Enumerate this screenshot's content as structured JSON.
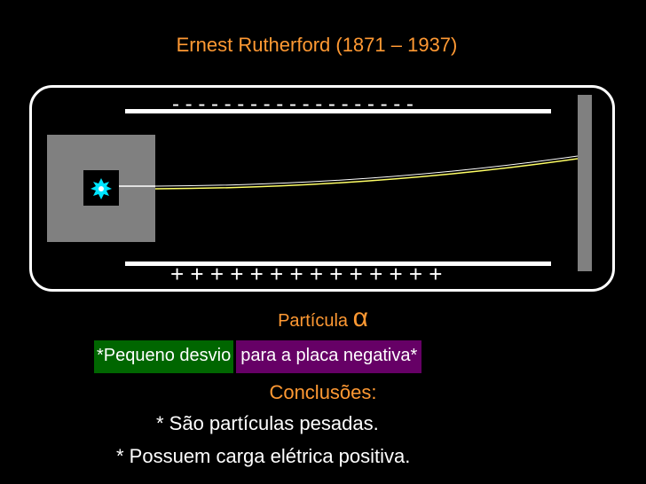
{
  "title": "Ernest Rutherford (1871 – 1937)",
  "diagram": {
    "negative_plate_signs": "- - - - - - - - - - - - - - - - - - -",
    "positive_plate_signs": "+ + + + + + + + + + + + + +",
    "colors": {
      "beam": "#ffff66",
      "spark": "#00e5ff",
      "label": "#ff9933"
    }
  },
  "particle_label": {
    "text": "Partícula ",
    "symbol": "α"
  },
  "deflection": {
    "part_a": "*Pequeno desvio",
    "part_b": "para a placa negativa*"
  },
  "conclusions": {
    "title": "Conclusões:",
    "items": [
      "* São partículas pesadas.",
      "* Possuem carga elétrica positiva."
    ]
  }
}
